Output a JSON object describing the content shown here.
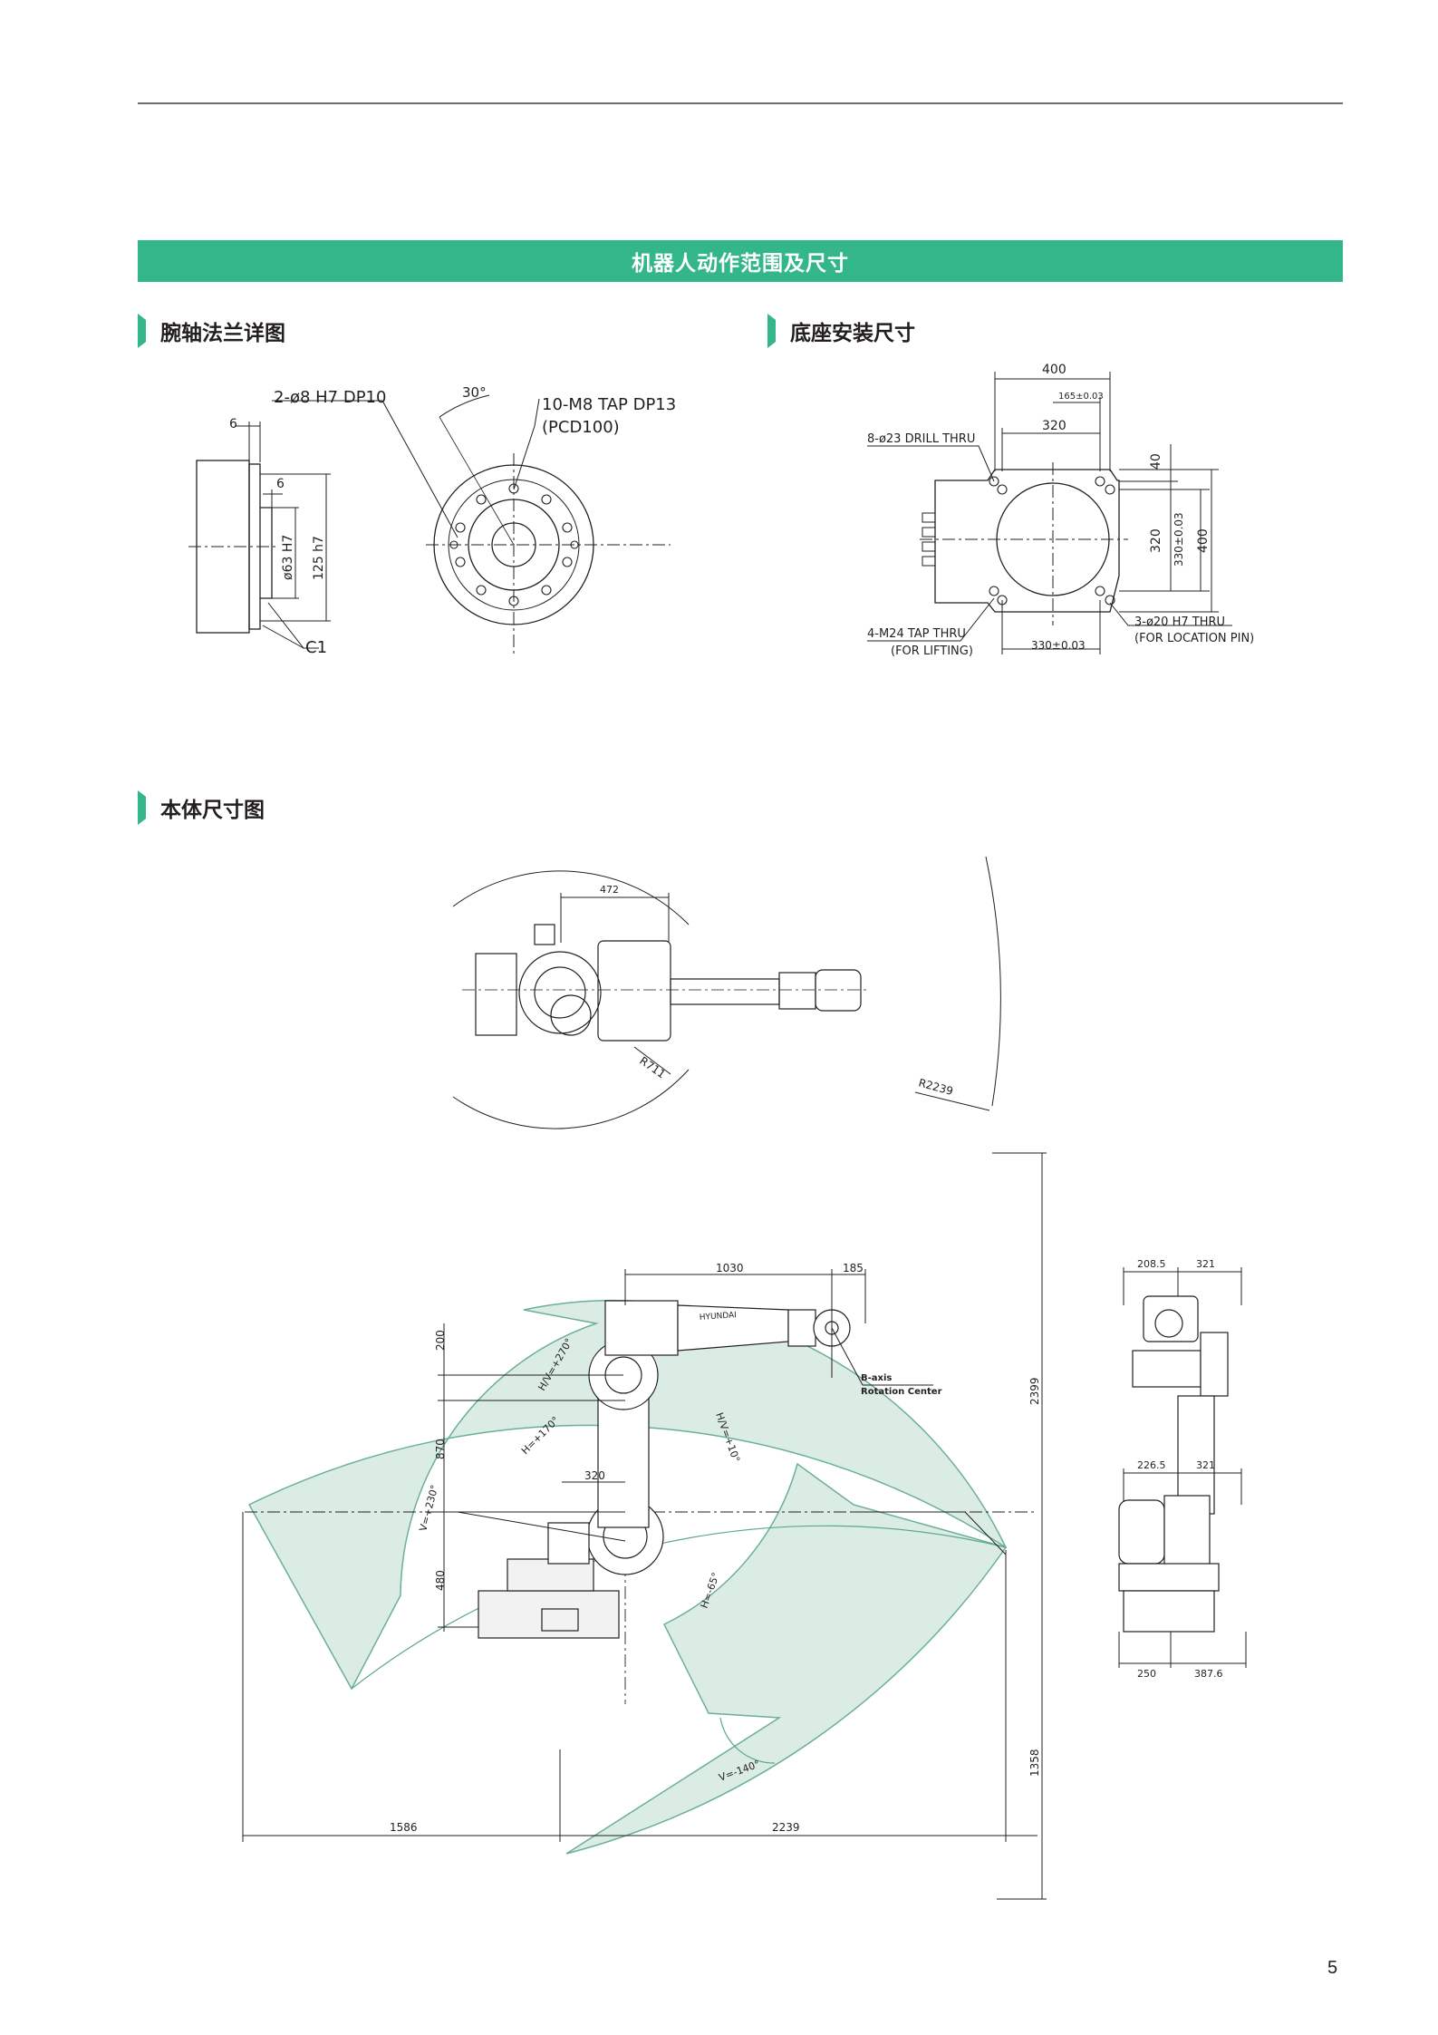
{
  "header": {
    "banner_title": "机器人动作范围及尺寸"
  },
  "sections": {
    "wrist": "腕轴法兰详图",
    "base": "底座安装尺寸",
    "body": "本体尺寸图"
  },
  "wrist_labels": {
    "pin_holes": "2-ø8 H7 DP10",
    "angle": "30°",
    "tap_holes": "10-M8 TAP DP13",
    "pcd": "(PCD100)",
    "dim6a": "6",
    "dim6b": "6",
    "dia63": "ø63 H7",
    "dia125": "125 h7",
    "chamfer": "C1"
  },
  "base_labels": {
    "w400": "400",
    "w165": "165±0.03",
    "w320": "320",
    "drill": "8-ø23 DRILL THRU",
    "h40": "40",
    "h320": "320",
    "h330": "330±0.03",
    "h400": "400",
    "lift": "4-M24 TAP THRU",
    "lift_note": "(FOR LIFTING)",
    "w330": "330±0.03",
    "pin": "3-ø20 H7 THRU",
    "pin_note": "(FOR LOCATION PIN)"
  },
  "body_labels": {
    "top_472": "472",
    "r711": "R711",
    "r2239": "R2239",
    "d1030": "1030",
    "d185": "185",
    "brand": "HYUNDAI",
    "baxis": "B-axis",
    "rot_center": "Rotation Center",
    "h200": "200",
    "h870": "870",
    "h480": "480",
    "d320": "320",
    "d2399": "2399",
    "d1358": "1358",
    "d1586": "1586",
    "d2239": "2239",
    "hv270": "H/V=+270°",
    "h170": "H=+170°",
    "hv10": "H/V=+10°",
    "v230": "V=+230°",
    "h65": "H=-65°",
    "v140": "V=-140°"
  },
  "side_labels": {
    "s208": "208.5",
    "s321a": "321",
    "s226": "226.5",
    "s321b": "321",
    "s250": "250",
    "s387": "387.6"
  },
  "page_number": "5",
  "colors": {
    "accent": "#33b78a",
    "envelope": "#d8ebe3",
    "envelope_line": "#5aa88a"
  }
}
